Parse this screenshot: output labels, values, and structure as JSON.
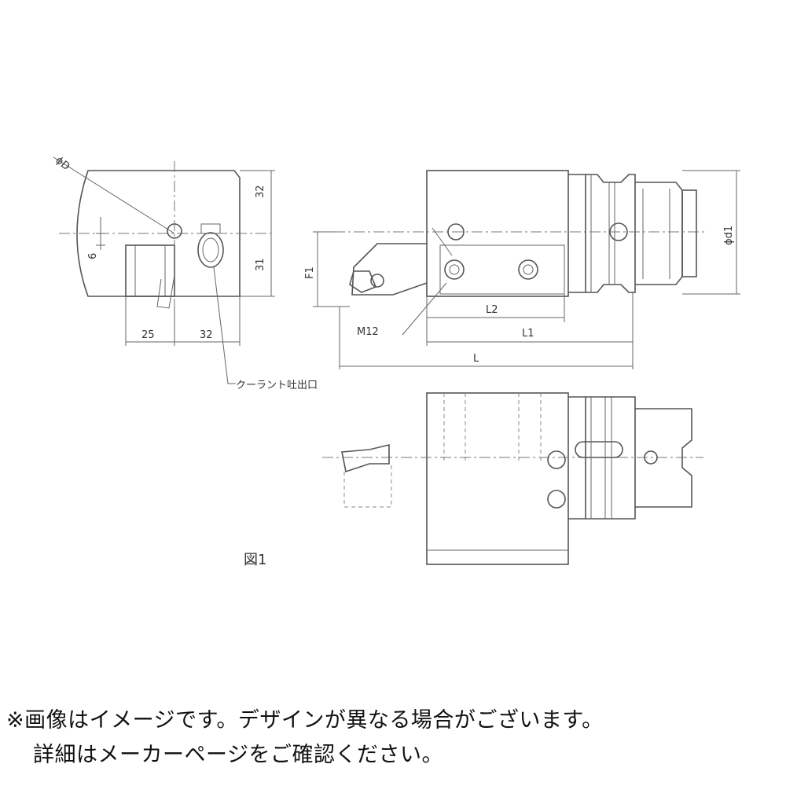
{
  "figure": {
    "label": "図1",
    "dimensions": {
      "dia_D": "ϕD",
      "d32_vertical": "32",
      "d31_vertical": "31",
      "d6": "6",
      "d25": "25",
      "d32_horizontal": "32",
      "coolant_outlet": "クーラント吐出口",
      "F1": "F1",
      "M12": "M12",
      "L2": "L2",
      "L1": "L1",
      "L": "L",
      "dia_d1": "ϕd1"
    }
  },
  "caption": {
    "line1": "※画像はイメージです。デザインが異なる場合がございます。",
    "line2": "詳細はメーカーページをご確認ください。"
  }
}
